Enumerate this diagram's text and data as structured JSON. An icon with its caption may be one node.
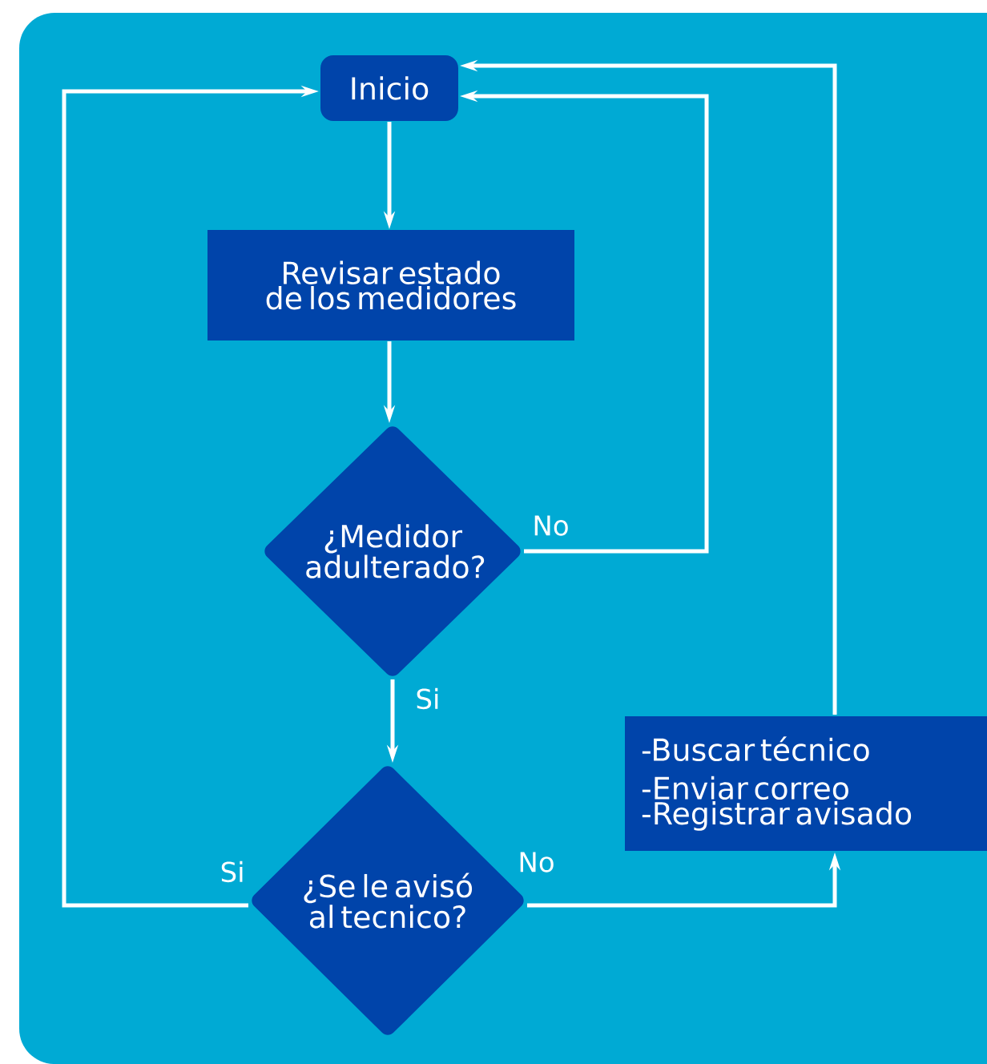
{
  "diagram": {
    "nodes": [
      {
        "text": [
          "Inicio"
        ]
      },
      {
        "text": [
          "Revisar estado de los medidores"
        ]
      },
      {
        "text": [
          "¿Medidor adulterado?"
        ]
      },
      {
        "text": [
          "¿Se le avisó al tecnico?"
        ]
      },
      {
        "text": [
          "-Buscar técnico",
          "-Enviar correo",
          "-Registrar avisado"
        ]
      }
    ],
    "edges": [
      {
        "from": 0,
        "to": 1,
        "arrow": "to"
      },
      {
        "from": 1,
        "to": 2,
        "arrow": "to"
      },
      {
        "from": 2,
        "to": 3,
        "arrow": "to",
        "label": "Si"
      },
      {
        "from": 2,
        "to": 0,
        "arrow": "to",
        "label": "No"
      },
      {
        "from": 3,
        "to": 0,
        "arrow": "to",
        "label": "Si"
      },
      {
        "from": 3,
        "to": 4,
        "arrow": "to",
        "label": "No"
      },
      {
        "from": 4,
        "to": 0,
        "arrow": "to"
      }
    ]
  }
}
